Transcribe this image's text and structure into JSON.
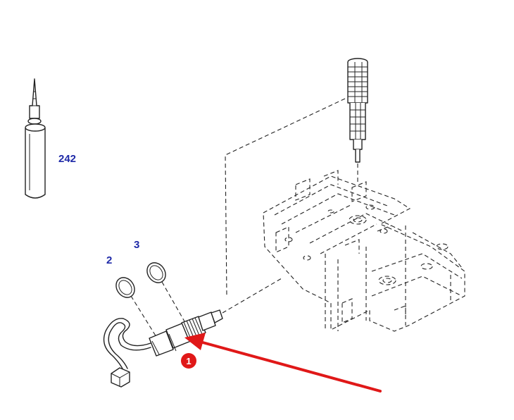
{
  "labels": {
    "sealant_tube": "242",
    "o_ring_a": "2",
    "o_ring_b": "3",
    "injector_callout": "1"
  },
  "colors": {
    "label_text": "#1f2aa8",
    "arrow": "#e01818",
    "badge": "#e01818",
    "line_art": "#222222"
  }
}
